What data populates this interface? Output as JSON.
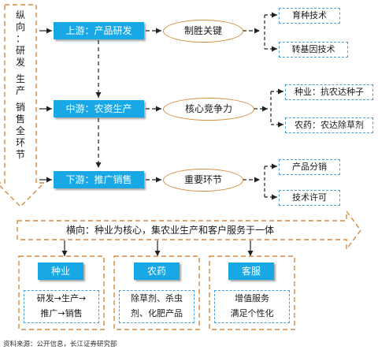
{
  "vertical_label": [
    "纵",
    "向",
    "：",
    "研",
    "发",
    "",
    "生",
    "产",
    "",
    "销",
    "售",
    "全",
    "环",
    "节"
  ],
  "stages": [
    {
      "label": "上游：产品研发",
      "key": "制胜关键",
      "items": [
        "育种技术",
        "转基因技术"
      ]
    },
    {
      "label": "中游：农资生产",
      "key": "核心竞争力",
      "items": [
        "种业：抗农达种子",
        "农药：农达除草剂"
      ]
    },
    {
      "label": "下游：推广销售",
      "key": "重要环节",
      "items": [
        "产品分销",
        "技术许可"
      ]
    }
  ],
  "horizontal_label": "横向：种业为核心，集农业生产和客户服务于一体",
  "segments": [
    {
      "title": "种业",
      "lines": [
        "研发→生产→",
        "推广→销售"
      ]
    },
    {
      "title": "农药",
      "lines": [
        "除草剂、杀虫",
        "剂、化肥产品"
      ]
    },
    {
      "title": "客服",
      "lines": [
        "增值服务",
        "满足个性化"
      ]
    }
  ],
  "footer": "资料来源：公开信息，长江证券研究部",
  "colors": {
    "accent_blue": "#19a8e6",
    "arrow_orange": "#d58b3f",
    "dash_blue": "#4a9fd6",
    "line": "#222222"
  }
}
